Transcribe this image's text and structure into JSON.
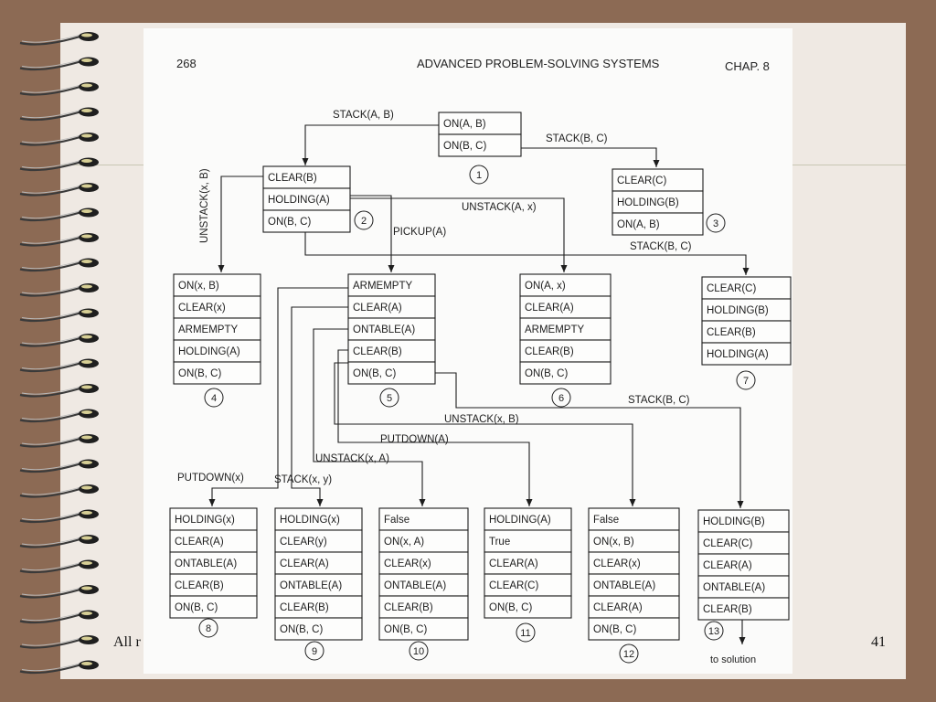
{
  "page": {
    "page_number": "268",
    "chapter_title": "ADVANCED PROBLEM-SOLVING SYSTEMS",
    "chapter": "CHAP. 8"
  },
  "nodes": [
    {
      "id": "1",
      "cells": [
        "ON(A, B)",
        "ON(B, C)"
      ]
    },
    {
      "id": "2",
      "cells": [
        "CLEAR(B)",
        "HOLDING(A)",
        "ON(B, C)"
      ]
    },
    {
      "id": "3",
      "cells": [
        "CLEAR(C)",
        "HOLDING(B)",
        "ON(A, B)"
      ]
    },
    {
      "id": "4",
      "cells": [
        "ON(x, B)",
        "CLEAR(x)",
        "ARMEMPTY",
        "HOLDING(A)",
        "ON(B, C)"
      ]
    },
    {
      "id": "5",
      "cells": [
        "ARMEMPTY",
        "CLEAR(A)",
        "ONTABLE(A)",
        "CLEAR(B)",
        "ON(B, C)"
      ]
    },
    {
      "id": "6",
      "cells": [
        "ON(A, x)",
        "CLEAR(A)",
        "ARMEMPTY",
        "CLEAR(B)",
        "ON(B, C)"
      ]
    },
    {
      "id": "7",
      "cells": [
        "CLEAR(C)",
        "HOLDING(B)",
        "CLEAR(B)",
        "HOLDING(A)"
      ]
    },
    {
      "id": "8",
      "cells": [
        "HOLDING(x)",
        "CLEAR(A)",
        "ONTABLE(A)",
        "CLEAR(B)",
        "ON(B, C)"
      ]
    },
    {
      "id": "9",
      "cells": [
        "HOLDING(x)",
        "CLEAR(y)",
        "CLEAR(A)",
        "ONTABLE(A)",
        "CLEAR(B)",
        "ON(B, C)"
      ]
    },
    {
      "id": "10",
      "cells": [
        "False",
        "ON(x, A)",
        "CLEAR(x)",
        "ONTABLE(A)",
        "CLEAR(B)",
        "ON(B, C)"
      ]
    },
    {
      "id": "11",
      "cells": [
        "HOLDING(A)",
        "True",
        "CLEAR(A)",
        "CLEAR(C)",
        "ON(B, C)"
      ]
    },
    {
      "id": "12",
      "cells": [
        "False",
        "ON(x, B)",
        "CLEAR(x)",
        "ONTABLE(A)",
        "CLEAR(A)",
        "ON(B, C)"
      ]
    },
    {
      "id": "13",
      "cells": [
        "HOLDING(B)",
        "CLEAR(C)",
        "CLEAR(A)",
        "ONTABLE(A)",
        "CLEAR(B)"
      ]
    }
  ],
  "edges": [
    {
      "from": "1",
      "to": "2",
      "label": "STACK(A, B)"
    },
    {
      "from": "1",
      "to": "3",
      "label": "STACK(B, C)"
    },
    {
      "from": "2",
      "to": "4",
      "label": "UNSTACK(x, B)"
    },
    {
      "from": "2",
      "to": "5",
      "label": "PICKUP(A)"
    },
    {
      "from": "2",
      "to": "6",
      "label": "UNSTACK(A, x)"
    },
    {
      "from": "2",
      "to": "7",
      "label": "STACK(B, C)"
    },
    {
      "from": "5",
      "to": "8",
      "label": "PUTDOWN(x)"
    },
    {
      "from": "5",
      "to": "9",
      "label": "STACK(x, y)"
    },
    {
      "from": "5",
      "to": "10",
      "label": "UNSTACK(x, A)"
    },
    {
      "from": "5",
      "to": "11",
      "label": "PUTDOWN(A)"
    },
    {
      "from": "5",
      "to": "12",
      "label": "UNSTACK(x, B)"
    },
    {
      "from": "5",
      "to": "13",
      "label": "STACK(B, C)"
    }
  ],
  "terminal_label": "to solution",
  "footer": {
    "left_text": "All r",
    "slide_number": "41"
  }
}
